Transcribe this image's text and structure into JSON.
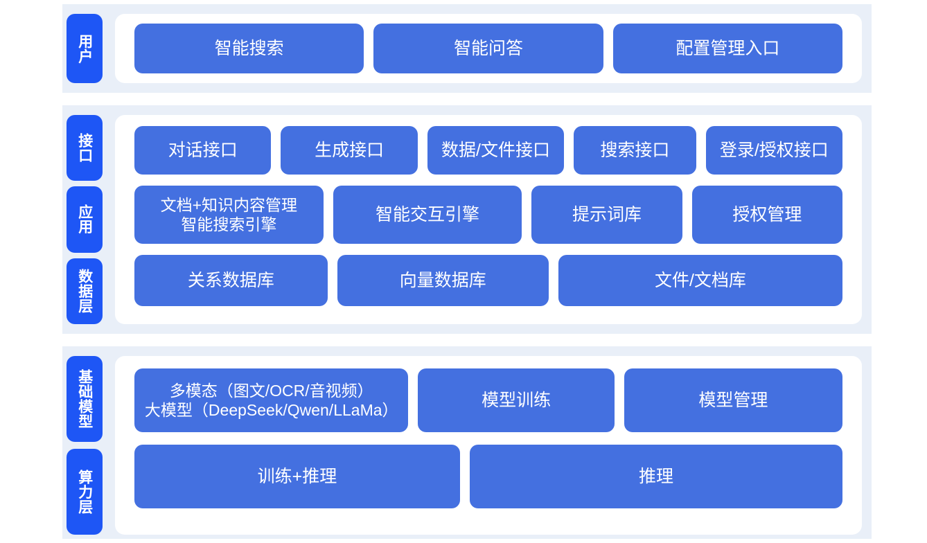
{
  "theme": {
    "page_background": "#ffffff",
    "panel_background": "#e9eff8",
    "card_background": "#ffffff",
    "label_chip_color": "#1e56f5",
    "item_box_color": "#4470e0",
    "item_text_color": "#ffffff"
  },
  "sections": {
    "user": {
      "label": "用户",
      "items": [
        {
          "text": "智能搜索"
        },
        {
          "text": "智能问答"
        },
        {
          "text": "配置管理入口"
        }
      ]
    },
    "middle": {
      "labels": {
        "interface": "接口",
        "application": "应用",
        "data": "数据层"
      },
      "interface_items": [
        {
          "text": "对话接口"
        },
        {
          "text": "生成接口"
        },
        {
          "text": "数据/文件接口"
        },
        {
          "text": "搜索接口"
        },
        {
          "text": "登录/授权接口"
        }
      ],
      "application_items": [
        {
          "text": "文档+知识内容管理\n智能搜索引擎"
        },
        {
          "text": "智能交互引擎"
        },
        {
          "text": "提示词库"
        },
        {
          "text": "授权管理"
        }
      ],
      "data_items": [
        {
          "text": "关系数据库"
        },
        {
          "text": "向量数据库"
        },
        {
          "text": "文件/文档库"
        }
      ]
    },
    "base": {
      "labels": {
        "model": "基础模型",
        "compute": "算力层"
      },
      "model_items": [
        {
          "text": "多模态（图文/OCR/音视频）\n大模型（DeepSeek/Qwen/LLaMa）"
        },
        {
          "text": "模型训练"
        },
        {
          "text": "模型管理"
        }
      ],
      "compute_items": [
        {
          "text": "训练+推理"
        },
        {
          "text": "推理"
        }
      ]
    }
  }
}
